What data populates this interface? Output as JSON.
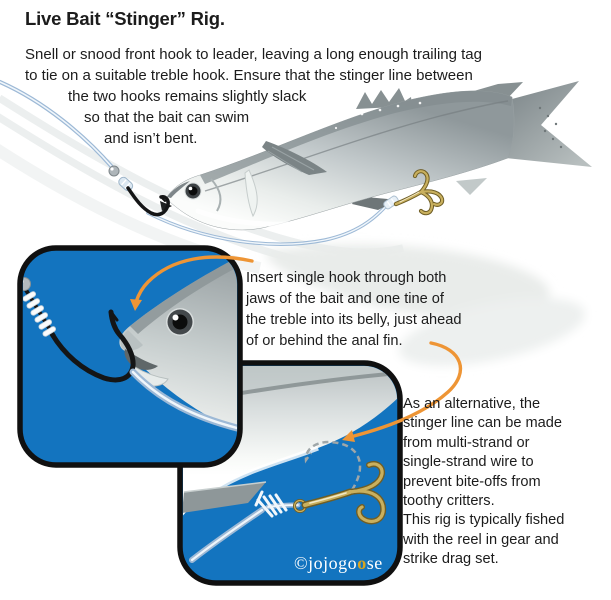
{
  "title": "Live Bait “Stinger” Rig.",
  "intro": {
    "lines": [
      "Snell or snood front hook to leader, leaving a long enough trailing tag",
      "to tie on a suitable treble hook. Ensure that the stinger line between",
      "the two hooks remains slightly slack",
      "so that the bait can swim",
      "and isn’t bent."
    ]
  },
  "insert_note": "Insert single hook through both\njaws of the bait and one tine of\nthe treble into its belly, just ahead\nof or behind the anal fin.",
  "alternative_note": "As an alternative, the\nstinger line can be made\nfrom multi-strand or\nsingle-strand wire to\nprevent bite-offs from\ntoothy critters.\nThis rig is typically fished\nwith the reel in gear and\nstrike drag set.",
  "watermark": {
    "prefix": "©jojogo",
    "goose": "o",
    "suffix": "se"
  },
  "colors": {
    "panel_blue": "#1374BF",
    "arrow_orange": "#EE9535",
    "ink": "#1C1C1C",
    "line_blue": "#9DB9D6",
    "hook_gold": "#C9B05E",
    "watermark_gold": "#D9A41E"
  }
}
